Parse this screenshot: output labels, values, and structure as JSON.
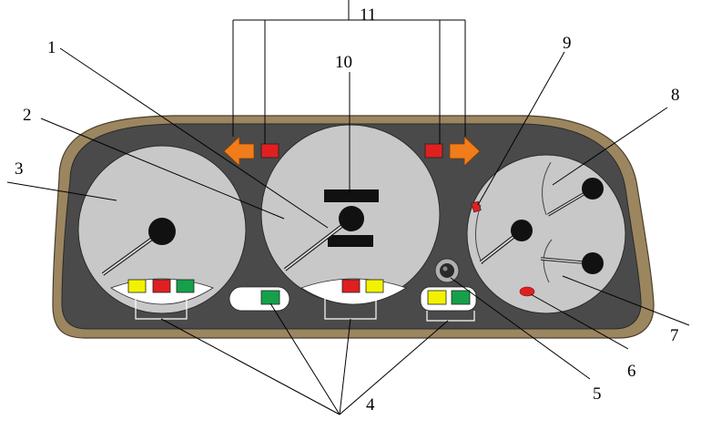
{
  "diagram": {
    "callouts": [
      {
        "id": "c1",
        "label": "1"
      },
      {
        "id": "c2",
        "label": "2"
      },
      {
        "id": "c3",
        "label": "3"
      },
      {
        "id": "c4",
        "label": "4"
      },
      {
        "id": "c5",
        "label": "5"
      },
      {
        "id": "c6",
        "label": "6"
      },
      {
        "id": "c7",
        "label": "7"
      },
      {
        "id": "c8",
        "label": "8"
      },
      {
        "id": "c9",
        "label": "9"
      },
      {
        "id": "c10",
        "label": "10"
      },
      {
        "id": "c11",
        "label": "11"
      }
    ]
  },
  "colors": {
    "bezel": "#9c8660",
    "panel": "#4a4a4a",
    "gauge_face": "#c8c8c8",
    "indicator_red": "#e02020",
    "indicator_yellow": "#f2f200",
    "indicator_green": "#16a04a",
    "turn_arrow": "#f07d1a"
  }
}
